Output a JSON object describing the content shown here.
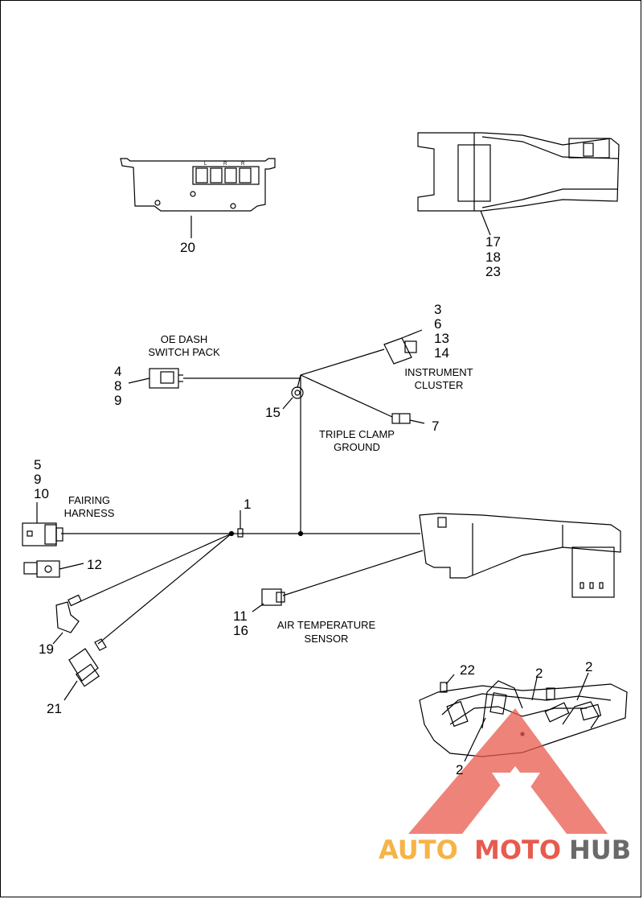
{
  "labels": {
    "n20": "20",
    "n17": "17",
    "n18": "18",
    "n23": "23",
    "n3": "3",
    "n6": "6",
    "n13": "13",
    "n14": "14",
    "n4": "4",
    "n8": "8",
    "n9a": "9",
    "n15": "15",
    "n7": "7",
    "n5": "5",
    "n9b": "9",
    "n10": "10",
    "n1": "1",
    "n12": "12",
    "n11": "11",
    "n16": "16",
    "n19": "19",
    "n21": "21",
    "n22": "22",
    "n2a": "2",
    "n2b": "2",
    "n2c": "2"
  },
  "captions": {
    "oe_dash_1": "OE DASH",
    "oe_dash_2": "SWITCH PACK",
    "instrument_1": "INSTRUMENT",
    "instrument_2": "CLUSTER",
    "triple_1": "TRIPLE CLAMP",
    "triple_2": "GROUND",
    "fairing_1": "FAIRING",
    "fairing_2": "HARNESS",
    "air_1": "AIR TEMPERATURE",
    "air_2": "SENSOR"
  },
  "switch_letters": {
    "l": "L",
    "r1": "R",
    "r2": "R"
  },
  "watermark": {
    "auto": "AUTO",
    "moto": "MOTO",
    "hub": "HUB"
  },
  "colors": {
    "watermark_red": "#e95a4e",
    "watermark_orange": "#f6b347",
    "watermark_gray": "#6a6a6a"
  }
}
